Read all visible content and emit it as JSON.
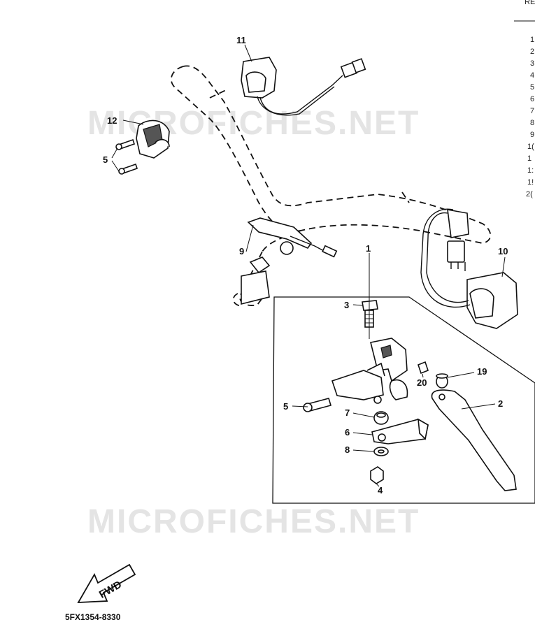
{
  "diagram": {
    "watermarks": [
      "MICROFICHES.NET",
      "MICROFICHES.NET"
    ],
    "callouts": [
      "11",
      "12",
      "5",
      "9",
      "1",
      "3",
      "10",
      "5",
      "7",
      "6",
      "8",
      "4",
      "20",
      "19",
      "2"
    ],
    "side_list": {
      "header": "RE",
      "items": [
        "1",
        "2",
        "3",
        "4",
        "5",
        "6",
        "7",
        "8",
        "9",
        "1(",
        "1",
        "1:",
        "1!",
        "2("
      ]
    },
    "drawing_code": "5FX1354-8330",
    "fwd_label": "FWD"
  }
}
